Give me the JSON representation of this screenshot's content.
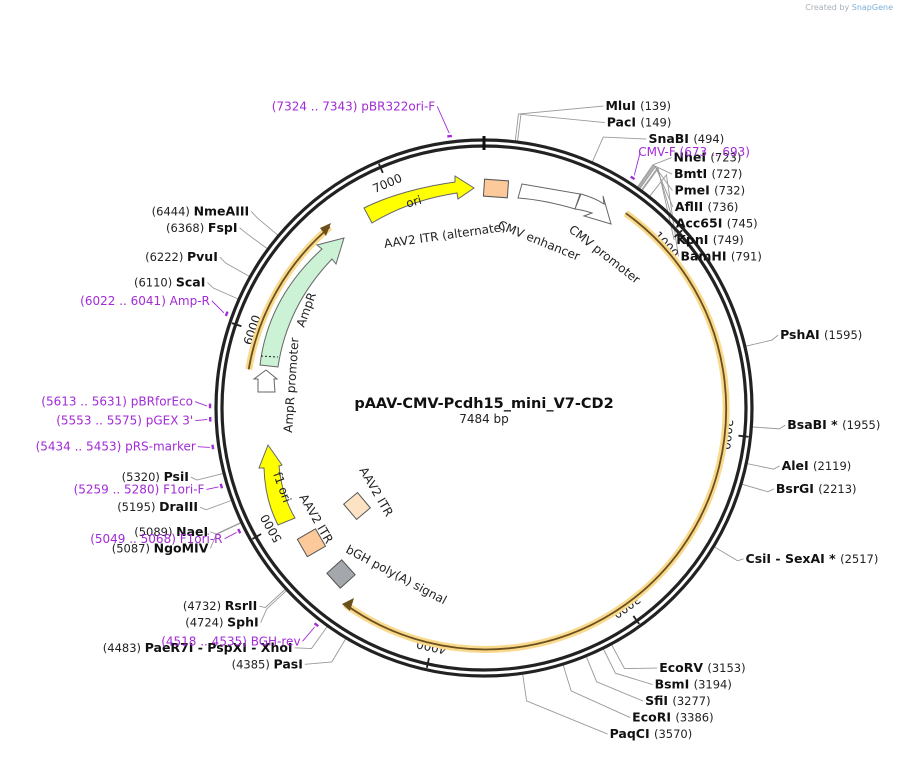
{
  "credit": {
    "prefix": "Created by",
    "brand": "SnapGene"
  },
  "plasmid": {
    "name": "pAAV-CMV-Pcdh15_mini_V7-CD2",
    "size_label": "7484 bp",
    "total_bp": 7484
  },
  "ticks": [
    {
      "bp": 1000,
      "label": "1000"
    },
    {
      "bp": 2000,
      "label": "2000"
    },
    {
      "bp": 3000,
      "label": "3000"
    },
    {
      "bp": 4000,
      "label": "4000"
    },
    {
      "bp": 5000,
      "label": "5000"
    },
    {
      "bp": 6000,
      "label": "6000"
    },
    {
      "bp": 7000,
      "label": "7000"
    }
  ],
  "sites": [
    {
      "bp": 139,
      "name": "MluI",
      "pos": "(139)"
    },
    {
      "bp": 149,
      "name": "PacI",
      "pos": "(149)"
    },
    {
      "bp": 494,
      "name": "SnaBI",
      "pos": "(494)"
    },
    {
      "bp": 723,
      "name": "NheI",
      "pos": "(723)"
    },
    {
      "bp": 727,
      "name": "BmtI",
      "pos": "(727)"
    },
    {
      "bp": 732,
      "name": "PmeI",
      "pos": "(732)"
    },
    {
      "bp": 736,
      "name": "AflII",
      "pos": "(736)"
    },
    {
      "bp": 745,
      "name": "Acc65I",
      "pos": "(745)"
    },
    {
      "bp": 749,
      "name": "KpnI",
      "pos": "(749)"
    },
    {
      "bp": 791,
      "name": "BamHI",
      "pos": "(791)"
    },
    {
      "bp": 1595,
      "name": "PshAI",
      "pos": "(1595)"
    },
    {
      "bp": 1955,
      "name": "BsaBI *",
      "pos": "(1955)"
    },
    {
      "bp": 2119,
      "name": "AleI",
      "pos": "(2119)"
    },
    {
      "bp": 2213,
      "name": "BsrGI",
      "pos": "(2213)"
    },
    {
      "bp": 2517,
      "name": "CsiI  - SexAI *",
      "pos": "(2517)"
    },
    {
      "bp": 3153,
      "name": "EcoRV",
      "pos": "(3153)"
    },
    {
      "bp": 3194,
      "name": "BsmI",
      "pos": "(3194)"
    },
    {
      "bp": 3277,
      "name": "SfiI",
      "pos": "(3277)"
    },
    {
      "bp": 3386,
      "name": "EcoRI",
      "pos": "(3386)"
    },
    {
      "bp": 3570,
      "name": "PaqCI",
      "pos": "(3570)"
    },
    {
      "bp": 4385,
      "name": "PasI",
      "pos": "(4385)"
    },
    {
      "bp": 4483,
      "name": "PaeR7I  - PspXI  - XhoI",
      "pos": "(4483)"
    },
    {
      "bp": 4724,
      "name": "SphI",
      "pos": "(4724)"
    },
    {
      "bp": 4732,
      "name": "RsrII",
      "pos": "(4732)"
    },
    {
      "bp": 5087,
      "name": "NgoMIV",
      "pos": "(5087)"
    },
    {
      "bp": 5089,
      "name": "NaeI",
      "pos": "(5089)"
    },
    {
      "bp": 5195,
      "name": "DraIII",
      "pos": "(5195)"
    },
    {
      "bp": 5320,
      "name": "PsiI",
      "pos": "(5320)"
    },
    {
      "bp": 6110,
      "name": "ScaI",
      "pos": "(6110)"
    },
    {
      "bp": 6222,
      "name": "PvuI",
      "pos": "(6222)"
    },
    {
      "bp": 6368,
      "name": "FspI",
      "pos": "(6368)"
    },
    {
      "bp": 6444,
      "name": "NmeAIII",
      "pos": "(6444)"
    }
  ],
  "primers": [
    {
      "bp": 7334,
      "label": "(7324 .. 7343)  pBR322ori-F"
    },
    {
      "bp": 683,
      "label": "CMV-F   (673 .. 693)"
    },
    {
      "bp": 6031,
      "label": "(6022 .. 6041)  Amp-R"
    },
    {
      "bp": 5622,
      "label": "(5613 .. 5631)  pBRforEco"
    },
    {
      "bp": 5564,
      "label": "(5553 .. 5575)  pGEX 3'"
    },
    {
      "bp": 5443,
      "label": "(5434 .. 5453)  pRS-marker"
    },
    {
      "bp": 5269,
      "label": "(5259 .. 5280)  F1ori-F"
    },
    {
      "bp": 5058,
      "label": "(5049 .. 5068)  F1ori-R"
    },
    {
      "bp": 4526,
      "label": "(4518 .. 4535)  BGH-rev"
    }
  ],
  "features": [
    {
      "name": "ori",
      "label": "ori",
      "color": "#ffff00",
      "type": "arrow"
    },
    {
      "name": "aav2-itr-alternate",
      "label": "AAV2 ITR (alternate)",
      "color": "#fcc99a",
      "type": "box"
    },
    {
      "name": "cmv-enhancer",
      "label": "CMV enhancer",
      "color": "#ffffff",
      "type": "arrow"
    },
    {
      "name": "cmv-promoter",
      "label": "CMV promoter",
      "color": "#ffffff",
      "type": "arrow"
    },
    {
      "name": "ampr",
      "label": "AmpR",
      "color": "#ccf2d6",
      "type": "arrow"
    },
    {
      "name": "ampr-promoter",
      "label": "AmpR promoter",
      "color": "#ffffff",
      "type": "arrow"
    },
    {
      "name": "f1-ori",
      "label": "f1 ori",
      "color": "#ffff00",
      "type": "arrow"
    },
    {
      "name": "aav2-itr",
      "label": "AAV2 ITR",
      "color": "#fcc99a",
      "type": "box"
    },
    {
      "name": "aav2-itr-light",
      "label": "AAV2 ITR",
      "color": "#fde2c4",
      "type": "box"
    },
    {
      "name": "bgh-polya",
      "label": "bGH poly(A) signal",
      "color": "#a4a8ac",
      "type": "box"
    }
  ],
  "colors": {
    "primer": "#a22bd6",
    "orf": "#f3b54d",
    "backbone": "#222222"
  }
}
